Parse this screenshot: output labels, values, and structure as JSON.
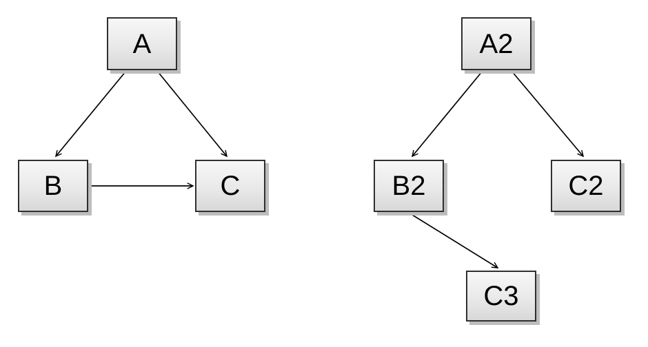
{
  "canvas": {
    "background": "#ffffff"
  },
  "diagram": {
    "left_graph": {
      "nodes": [
        {
          "id": "A",
          "label": "A"
        },
        {
          "id": "B",
          "label": "B"
        },
        {
          "id": "C",
          "label": "C"
        }
      ],
      "edges": [
        {
          "from": "A",
          "to": "B",
          "directed": true
        },
        {
          "from": "A",
          "to": "C",
          "directed": true
        },
        {
          "from": "B",
          "to": "C",
          "directed": true
        }
      ]
    },
    "right_graph": {
      "nodes": [
        {
          "id": "A2",
          "label": "A2"
        },
        {
          "id": "B2",
          "label": "B2"
        },
        {
          "id": "C2",
          "label": "C2"
        },
        {
          "id": "C3",
          "label": "C3"
        }
      ],
      "edges": [
        {
          "from": "A2",
          "to": "B2",
          "directed": true
        },
        {
          "from": "A2",
          "to": "C2",
          "directed": true
        },
        {
          "from": "B2",
          "to": "C3",
          "directed": true
        }
      ]
    },
    "style": {
      "canvas_bg": "#ffffff",
      "node_fill_top": "#f7f7f7",
      "node_fill_bottom": "#d8d8d8",
      "node_border": "#2f2f2f",
      "node_shadow": "#bdbdbd",
      "edge_color": "#000000"
    }
  }
}
